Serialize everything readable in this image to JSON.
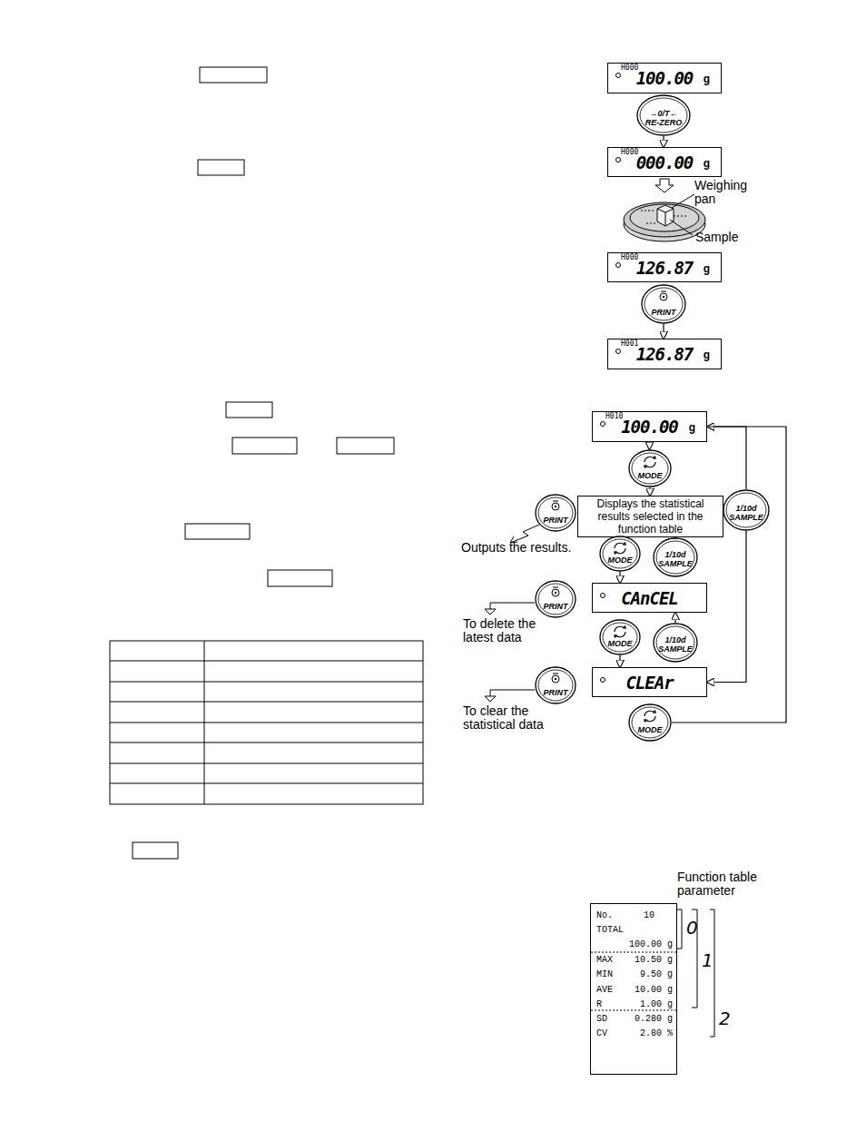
{
  "diagram": {
    "nodes": [
      {
        "text": [
          "H000",
          "100.00",
          "g"
        ]
      },
      {
        "text": [
          "→0/T←",
          "RE-ZERO"
        ]
      },
      {
        "text": [
          "H000",
          "000.00",
          "g"
        ]
      },
      {
        "text": [
          "H000",
          "126.87",
          "g"
        ]
      },
      {
        "text": [
          "PRINT"
        ]
      },
      {
        "text": [
          "H001",
          "126.87",
          "g"
        ]
      },
      {
        "text": [
          "H010",
          "100.00",
          "g"
        ]
      },
      {
        "text": [
          "MODE"
        ]
      },
      {
        "text": [
          "Displays the statistical results selected in the function table"
        ]
      },
      {
        "text": [
          "PRINT"
        ]
      },
      {
        "text": [
          "1/10d",
          "SAMPLE"
        ]
      },
      {
        "text": [
          "MODE"
        ]
      },
      {
        "text": [
          "1/10d",
          "SAMPLE"
        ]
      },
      {
        "text": [
          "CAnCEL"
        ]
      },
      {
        "text": [
          "PRINT"
        ]
      },
      {
        "text": [
          "MODE"
        ]
      },
      {
        "text": [
          "1/10d",
          "SAMPLE"
        ]
      },
      {
        "text": [
          "CLEAr"
        ]
      },
      {
        "text": [
          "PRINT"
        ]
      },
      {
        "text": [
          "MODE"
        ]
      },
      {
        "text": [
          "No.",
          "10",
          "TOTAL",
          "100.00 g",
          "MAX",
          "10.50 g",
          "MIN",
          "9.50 g",
          "AVE",
          "10.00 g",
          "R",
          "1.00 g",
          "SD",
          "0.280 g",
          "CV",
          "2.80 %"
        ]
      }
    ],
    "edges": [
      {
        "from": 1,
        "to": 2,
        "arrow": "to"
      },
      {
        "from": 4,
        "to": 5,
        "arrow": "to"
      },
      {
        "from": 6,
        "to": 7,
        "arrow": "to"
      },
      {
        "from": 7,
        "to": 8,
        "arrow": "to"
      },
      {
        "from": 11,
        "to": 13,
        "arrow": "to"
      },
      {
        "from": 12,
        "to": 8,
        "arrow": "to"
      },
      {
        "from": 15,
        "to": 17,
        "arrow": "to"
      },
      {
        "from": 16,
        "to": 13,
        "arrow": "to"
      },
      {
        "from": 19,
        "to": 6,
        "arrow": "to"
      },
      {
        "from": 6,
        "to": 10,
        "arrow": "none"
      },
      {
        "from": 10,
        "to": 17,
        "arrow": "to"
      }
    ],
    "labels": [
      "Weighing pan",
      "Sample",
      "Outputs the results.",
      "To delete the latest data",
      "To clear the statistical data",
      "Function table parameter",
      "0",
      "1",
      "2"
    ]
  }
}
